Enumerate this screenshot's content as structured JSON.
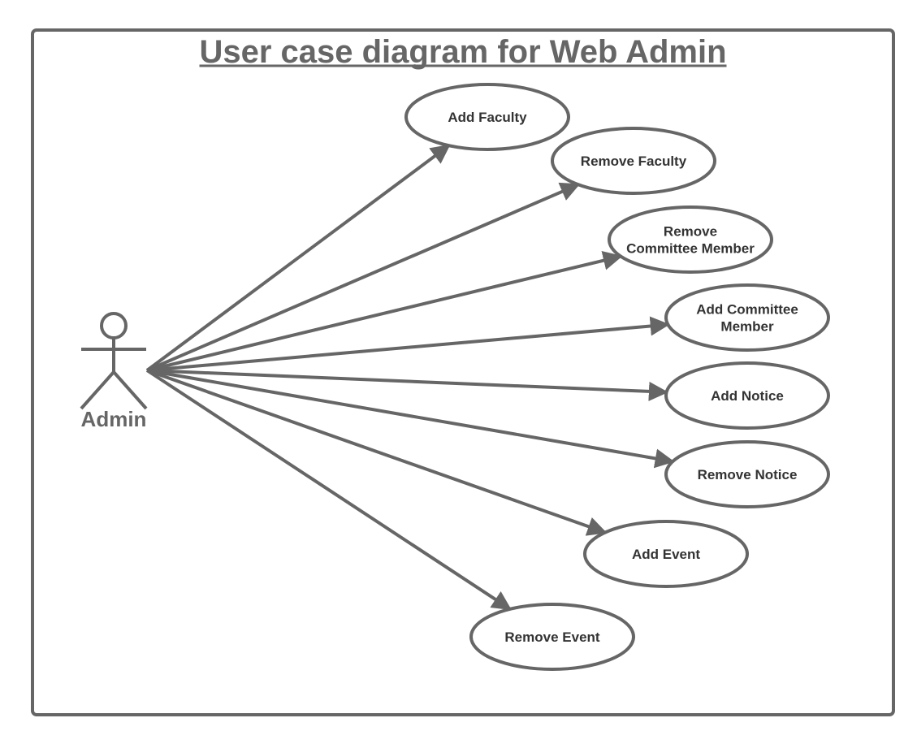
{
  "title": "User case diagram for Web Admin",
  "actor": {
    "label": "Admin"
  },
  "use_cases": [
    {
      "id": "add-faculty",
      "lines": [
        "Add Faculty"
      ]
    },
    {
      "id": "remove-faculty",
      "lines": [
        "Remove Faculty"
      ]
    },
    {
      "id": "remove-committee-member",
      "lines": [
        "Remove",
        "Committee Member"
      ]
    },
    {
      "id": "add-committee-member",
      "lines": [
        "Add Committee",
        "Member"
      ]
    },
    {
      "id": "add-notice",
      "lines": [
        "Add Notice"
      ]
    },
    {
      "id": "remove-notice",
      "lines": [
        "Remove Notice"
      ]
    },
    {
      "id": "add-event",
      "lines": [
        "Add Event"
      ]
    },
    {
      "id": "remove-event",
      "lines": [
        "Remove Event"
      ]
    }
  ],
  "colors": {
    "stroke": "#666666",
    "text": "#333333",
    "background": "#ffffff"
  }
}
